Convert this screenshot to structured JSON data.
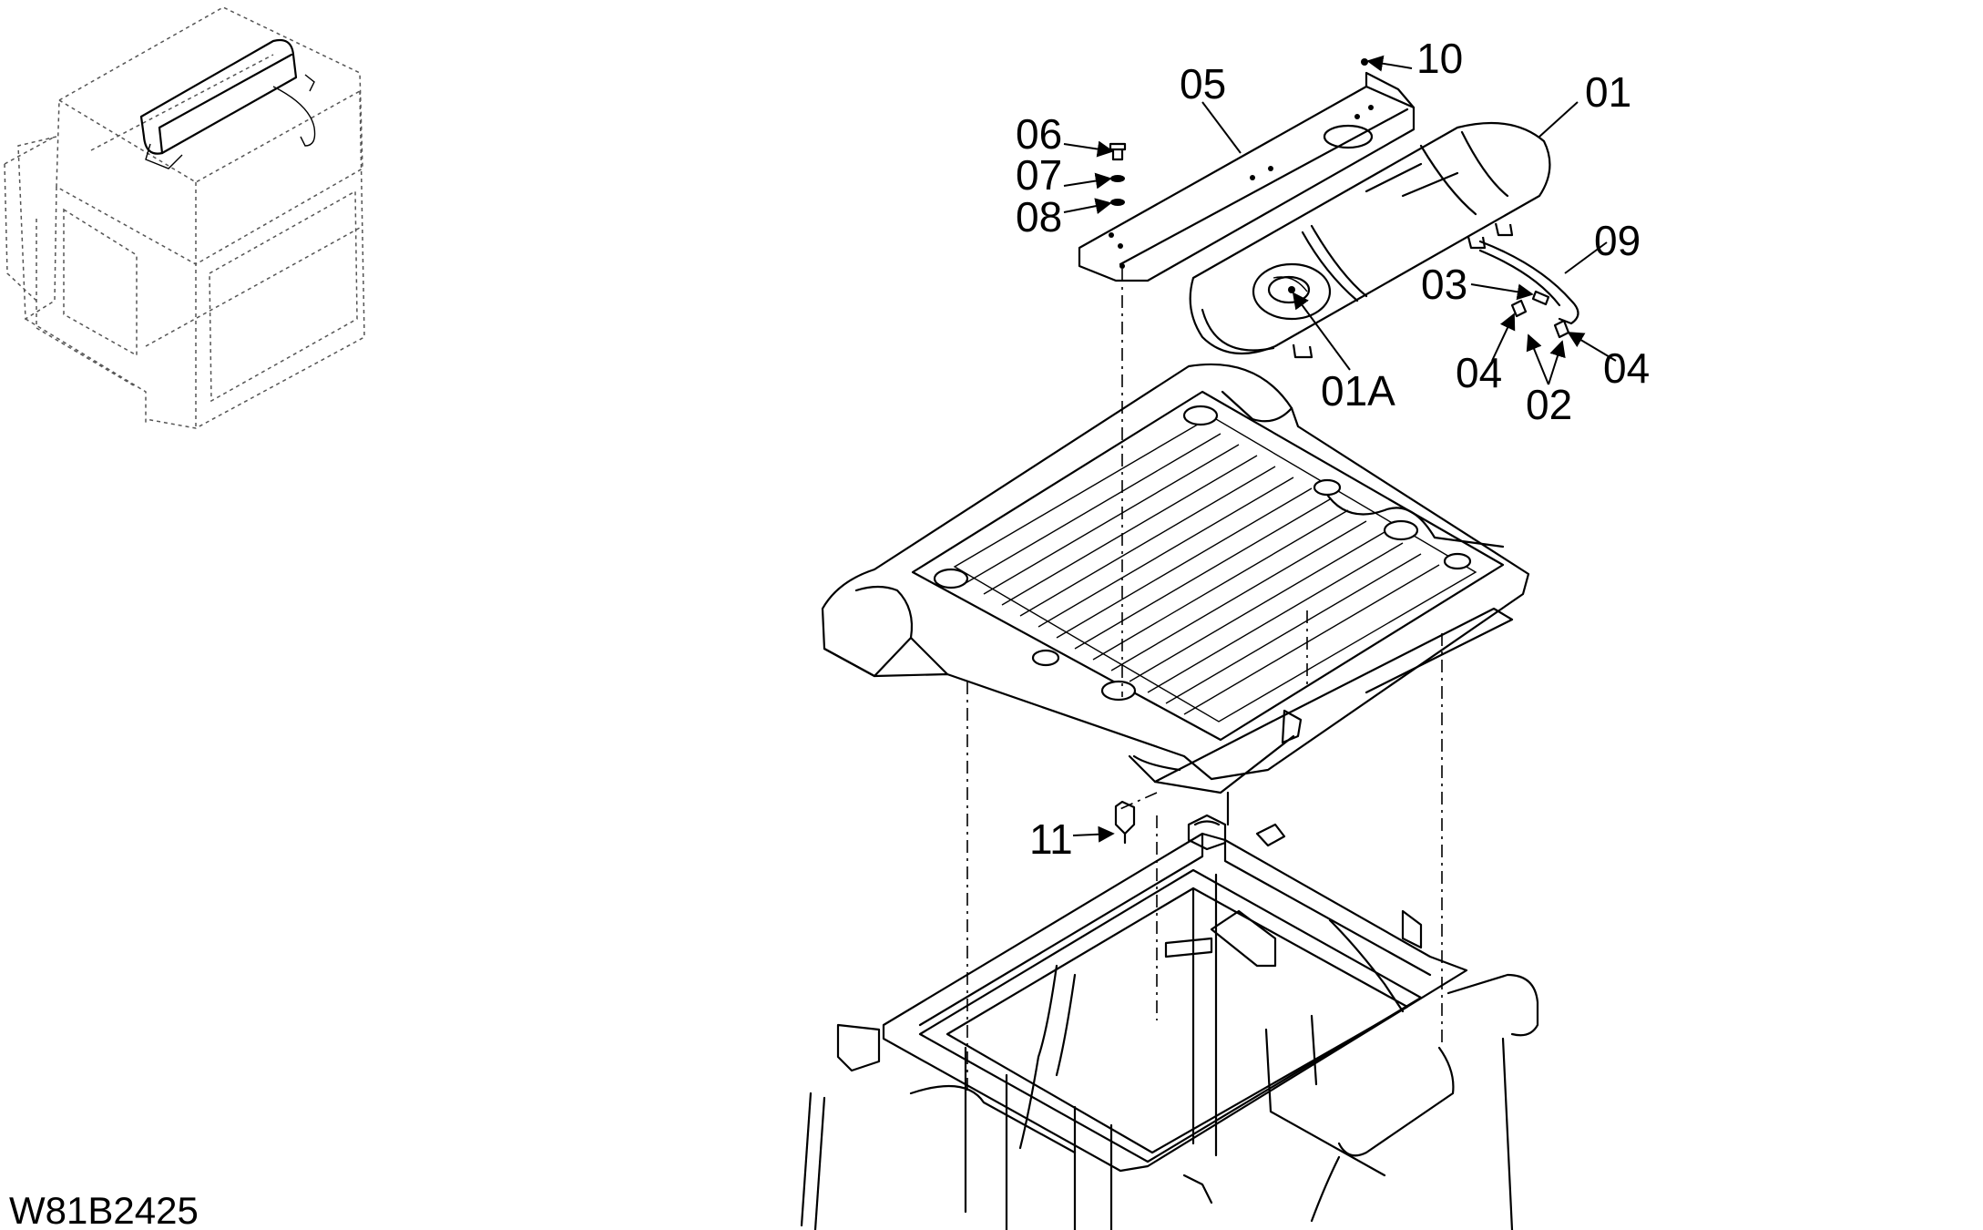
{
  "drawing_code": "W81B2425",
  "callouts": {
    "c01": "01",
    "c01A": "01A",
    "c02": "02",
    "c03": "03",
    "c04a": "04",
    "c04b": "04",
    "c05": "05",
    "c06": "06",
    "c07": "07",
    "c08": "08",
    "c09": "09",
    "c10": "10",
    "c11": "11"
  }
}
